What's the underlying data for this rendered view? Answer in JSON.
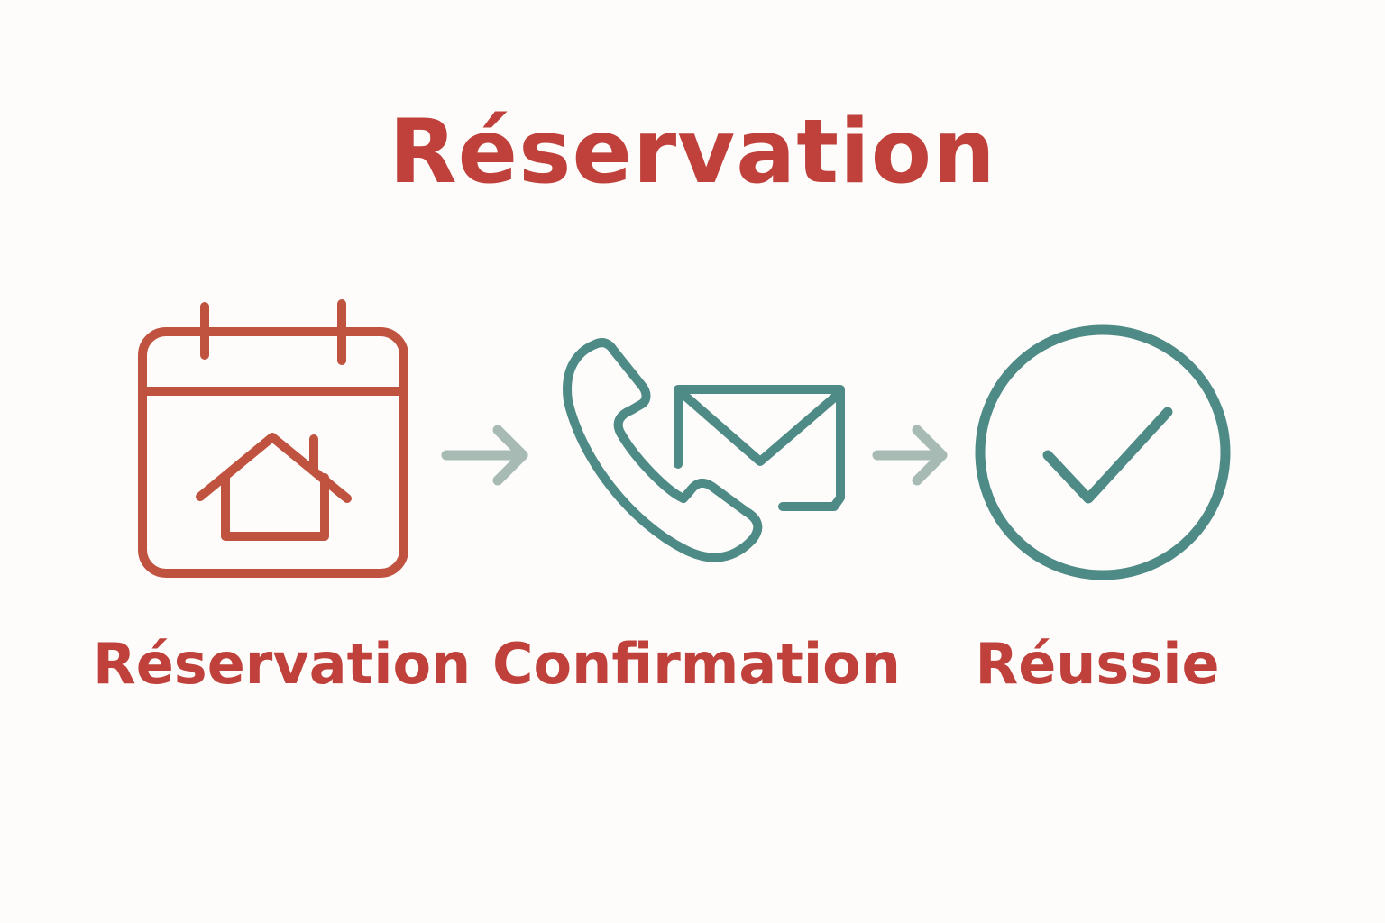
{
  "title": "Réservation",
  "steps": [
    {
      "label": "Réservation",
      "icon": "calendar-house-icon"
    },
    {
      "label": "Confirmation",
      "icon": "phone-envelope-icon"
    },
    {
      "label": "Réussie",
      "icon": "check-circle-icon"
    }
  ],
  "colors": {
    "red": "#c0413b",
    "icon_red": "#c0533f",
    "teal": "#4e8a86",
    "arrow": "#a7bbb4",
    "background": "#fdfcfa"
  }
}
